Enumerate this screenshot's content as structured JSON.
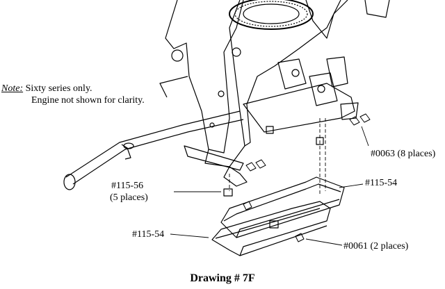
{
  "note": {
    "key": "Note:",
    "line1": "Sixty series only.",
    "line2": "Engine not shown for clarity."
  },
  "callouts": {
    "part_0063": "#0063 (8 places)",
    "part_115_56": "#115-56",
    "part_115_56_qty": "(5 places)",
    "part_115_54_upper": "#115-54",
    "part_115_54_lower": "#115-54",
    "part_0061": "#0061 (2 places)"
  },
  "caption": "Drawing # 7F"
}
